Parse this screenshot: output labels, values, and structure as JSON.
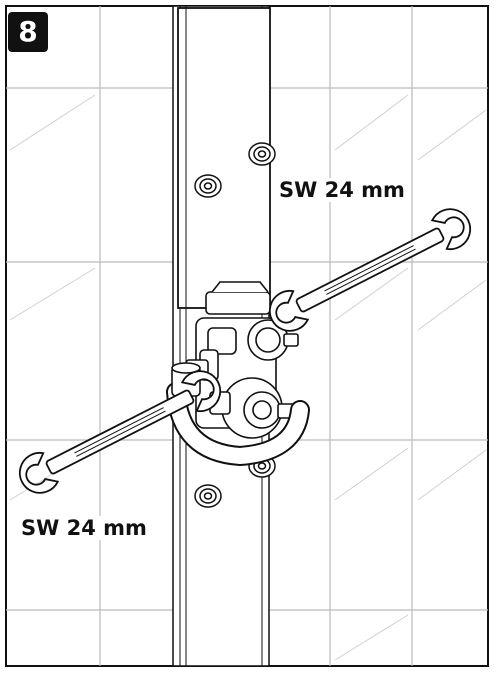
{
  "step": {
    "number": "8"
  },
  "labels": {
    "wrench_size_top": "SW 24 mm",
    "wrench_size_bottom": "SW 24 mm"
  },
  "colors": {
    "line": "#111111",
    "tile_grout": "#bbbbbb",
    "background": "#ffffff"
  }
}
